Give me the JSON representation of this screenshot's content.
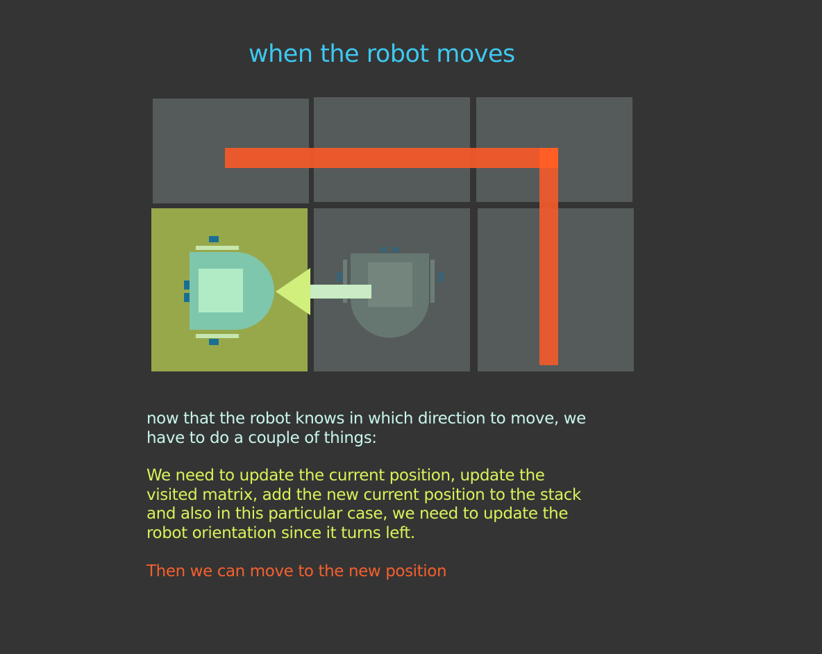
{
  "title": "when the robot moves",
  "paragraphs": {
    "intro": "now that the robot knows in which direction to move, we\nhave to do a couple of things:",
    "steps": "We need to update the current position, update the\nvisited matrix, add the new current position to the stack\nand also in this particular case, we need to update the\nrobot orientation since it turns left.",
    "conclusion": "Then we can move to the new position"
  },
  "colors": {
    "background": "#343434",
    "title": "#3ec8f0",
    "intro_text": "#c8f5ec",
    "steps_text": "#d9f25a",
    "conclusion_text": "#f5602e",
    "grid_cell": "#555b5a",
    "current_cell": "#97a84b",
    "path": "#f25a2a",
    "robot_body": "#7ec7ad",
    "robot_core": "#b1ebc5",
    "robot_wheel": "#c6e6b0",
    "robot_sensor": "#1a6e93",
    "arrow": "#d0ef7c",
    "arrow_tail": "#c9ecc4"
  },
  "diagram": {
    "grid": {
      "rows": 2,
      "columns": 3
    },
    "current_cell": {
      "row": 2,
      "column": 1
    },
    "previous_robot_cell": {
      "row": 2,
      "column": 2
    },
    "move_direction": "left"
  }
}
